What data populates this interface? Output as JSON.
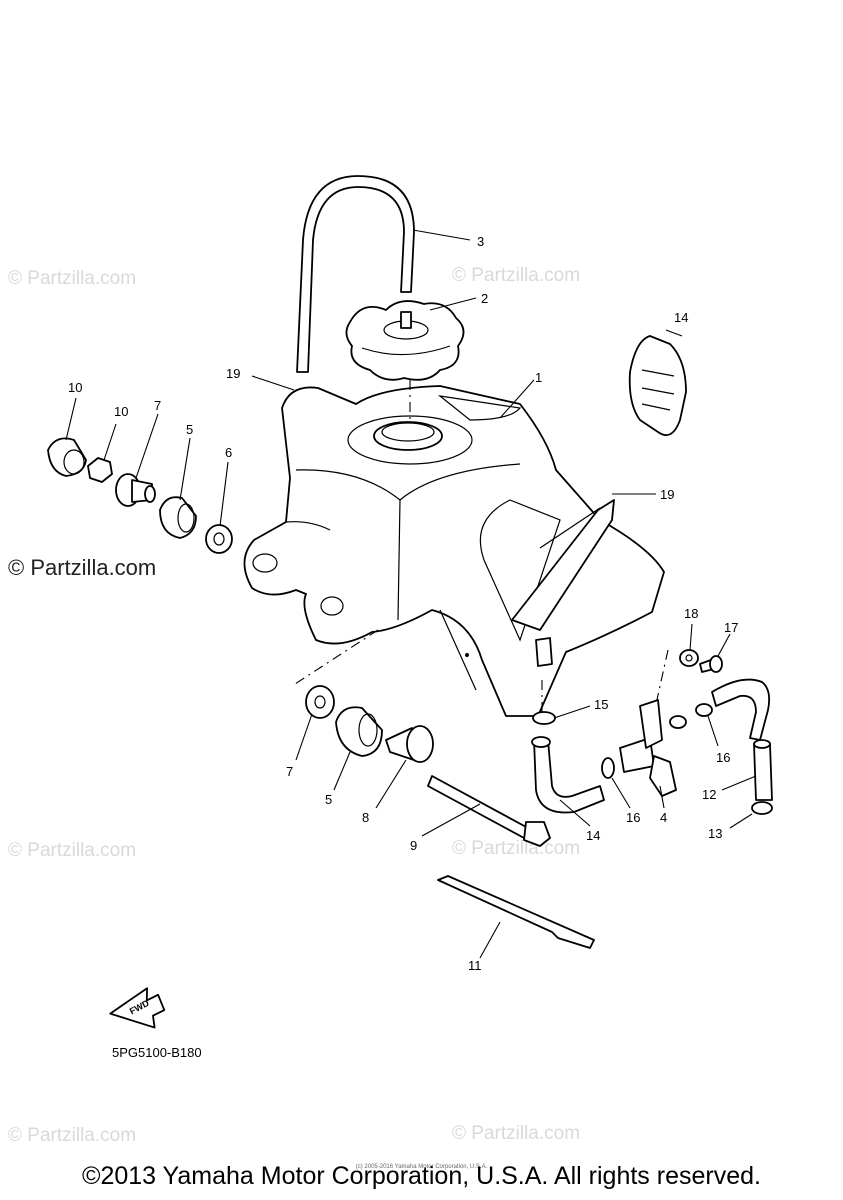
{
  "watermarks": {
    "small": "© Partzilla.com",
    "strong": "© Partzilla.com"
  },
  "diagram": {
    "code": "5PG5100-B180",
    "fwd": "FWD",
    "callouts": [
      "1",
      "2",
      "3",
      "4",
      "5",
      "5",
      "6",
      "6",
      "7",
      "7",
      "8",
      "9",
      "10",
      "11",
      "12",
      "13",
      "14",
      "14",
      "15",
      "16",
      "16",
      "17",
      "18",
      "19",
      "19"
    ]
  },
  "footer": {
    "copyright": "©2013 Yamaha Motor Corporation, U.S.A. All rights reserved.",
    "fine_print": "(c) 2005-2016 Yamaha Motor Corporation, U.S.A."
  }
}
